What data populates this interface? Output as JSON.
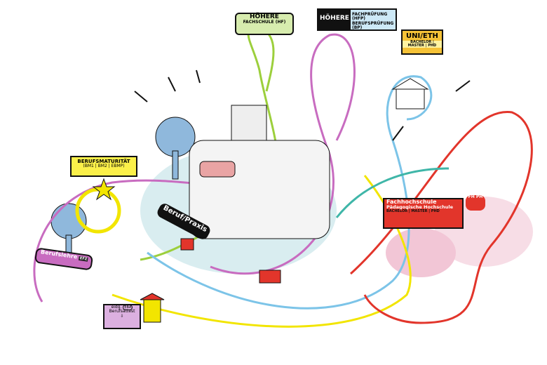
{
  "signs": {
    "hf": {
      "title": "HÖHERE",
      "sub": "FACHSCHULE (HF)"
    },
    "hfp": {
      "title": "HÖHERE",
      "line1": "FACHPRÜFUNG (HFP)",
      "line2": "BERUFSPRÜFUNG (BP)"
    },
    "uni": {
      "title": "UNI/ETH",
      "sub": "BACHELOR | MASTER | PHD"
    },
    "fh": {
      "line1": "Fachhochschule",
      "line2": "Pädagogische Hochschule",
      "line3": "BACHELOR | MASTER | PHD",
      "badge1": "FH",
      "badge2": "PH"
    },
    "bm": {
      "title": "BERUFSMATURITÄT",
      "sub": "(BM1 | BM2 | EBMP)"
    },
    "lehre": {
      "title": "Berufslehre",
      "badge": "EFZ"
    },
    "praxis": {
      "title": "Beruf/Praxis"
    },
    "eba": {
      "line1": "eidg.",
      "line2": "Berufsattest",
      "badge": "EBA"
    }
  },
  "colors": {
    "purple": "#c86cc0",
    "yellow": "#f2e500",
    "green": "#9ccf3c",
    "blue": "#7cc4e8",
    "teal": "#3fb6a8",
    "red": "#e2352b",
    "pink": "#f2c6d6",
    "tree": "#8fb8dc",
    "praxis_bg": "#cfe8ec"
  }
}
